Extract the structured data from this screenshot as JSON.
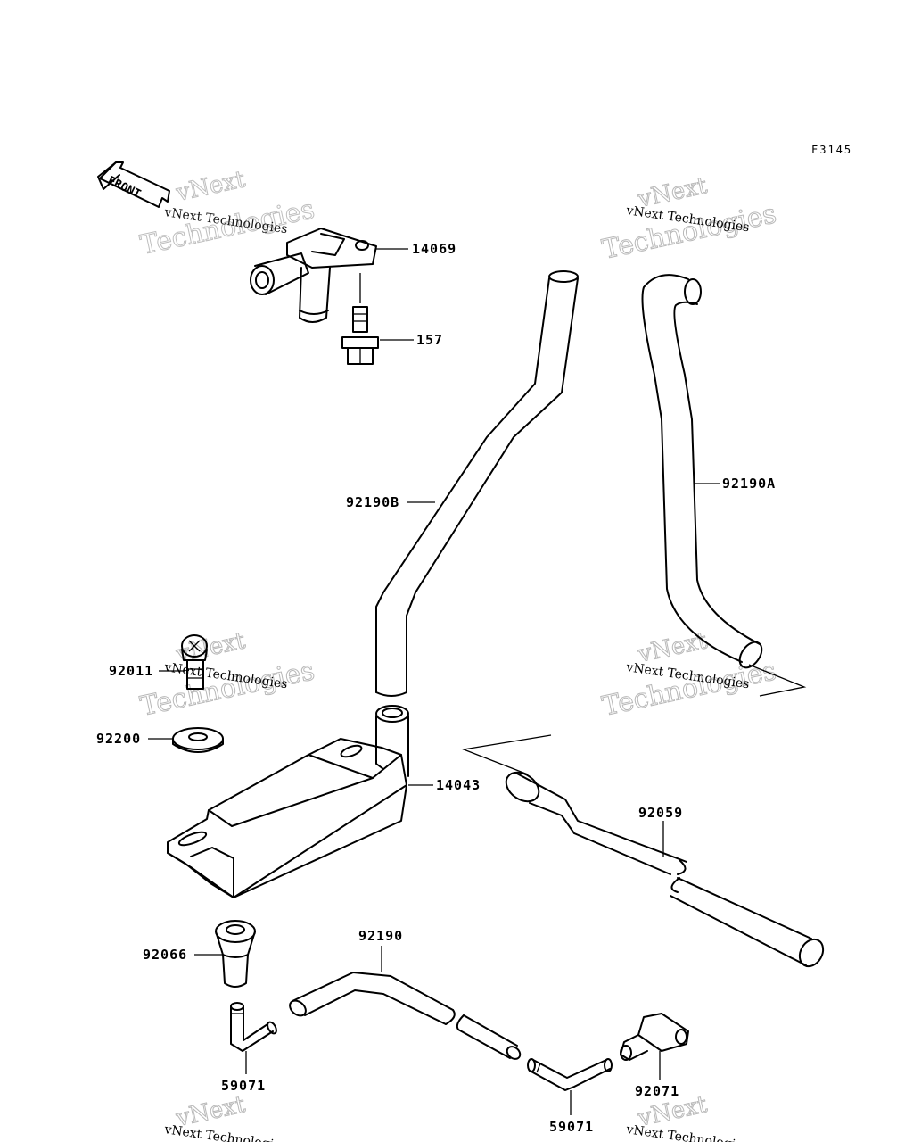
{
  "figure_id": "F3145",
  "front_label": "FRONT",
  "watermark": {
    "line1": "vNext Technologies",
    "big1": "vNext",
    "big2": "Technologies"
  },
  "parts": [
    {
      "id": "p14069",
      "number": "14069"
    },
    {
      "id": "p157",
      "number": "157"
    },
    {
      "id": "p92190B",
      "number": "92190B"
    },
    {
      "id": "p92190A",
      "number": "92190A"
    },
    {
      "id": "p92011",
      "number": "92011"
    },
    {
      "id": "p92200",
      "number": "92200"
    },
    {
      "id": "p14043",
      "number": "14043"
    },
    {
      "id": "p92059",
      "number": "92059"
    },
    {
      "id": "p92066",
      "number": "92066"
    },
    {
      "id": "p92190",
      "number": "92190"
    },
    {
      "id": "p59071a",
      "number": "59071"
    },
    {
      "id": "p59071b",
      "number": "59071"
    },
    {
      "id": "p92071",
      "number": "92071"
    }
  ]
}
